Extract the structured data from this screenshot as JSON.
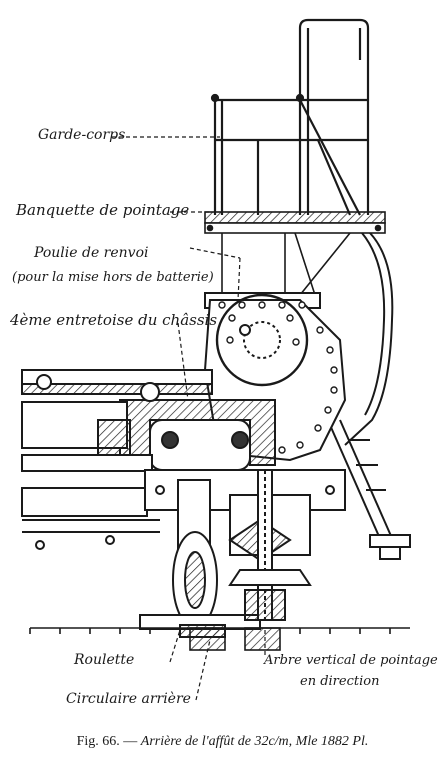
{
  "labels": {
    "garde_corps": "Garde-corps",
    "banquette": "Banquette de pointage",
    "poulie_line1": "Poulie de renvoi",
    "poulie_line2": "(pour la mise hors de batterie)",
    "entretoise": "4ème entretoise du châssis",
    "roulette": "Roulette",
    "arbre_line1": "Arbre vertical de pointage",
    "arbre_line2": "en direction",
    "circulaire": "Circulaire arrière"
  },
  "caption": {
    "fig_number": "Fig. 66. —",
    "text": "Arrière de l'affût de 32c/m, Mle 1882 Pl."
  }
}
